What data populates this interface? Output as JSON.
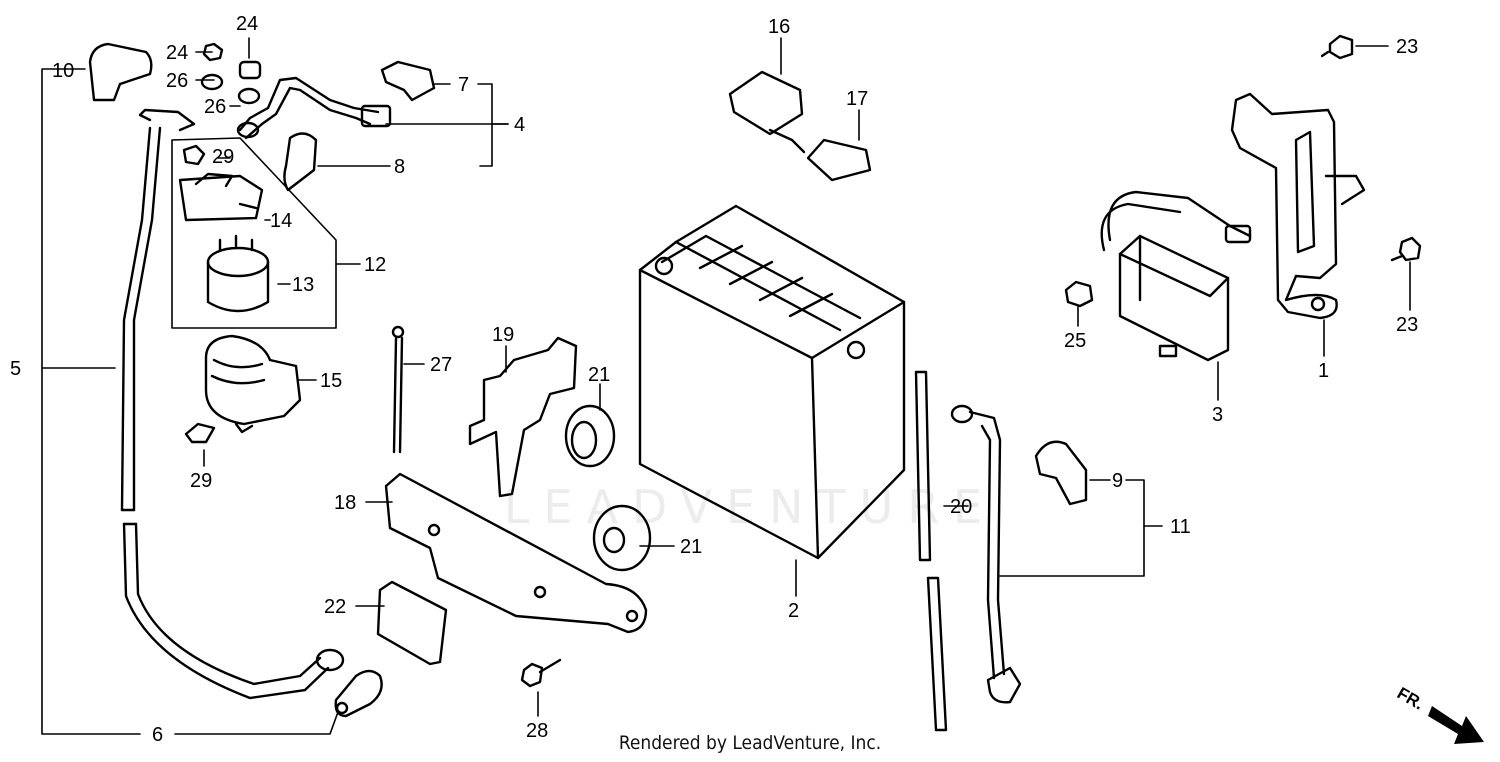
{
  "callouts": {
    "c1": "1",
    "c2": "2",
    "c3": "3",
    "c4": "4",
    "c5": "5",
    "c6": "6",
    "c7": "7",
    "c8": "8",
    "c9": "9",
    "c10": "10",
    "c11": "11",
    "c12": "12",
    "c13": "13",
    "c14": "14",
    "c15": "15",
    "c16": "16",
    "c17": "17",
    "c18": "18",
    "c19": "19",
    "c20": "20",
    "c21a": "21",
    "c21b": "21",
    "c22": "22",
    "c23a": "23",
    "c23b": "23",
    "c24a": "24",
    "c24b": "24",
    "c25": "25",
    "c26a": "26",
    "c26b": "26",
    "c27": "27",
    "c28": "28",
    "c29a": "29",
    "c29b": "29",
    "fr": "FR."
  },
  "footer": {
    "text": "Rendered by LeadVenture, Inc."
  },
  "watermark": {
    "text": "LEADVENTURE"
  }
}
